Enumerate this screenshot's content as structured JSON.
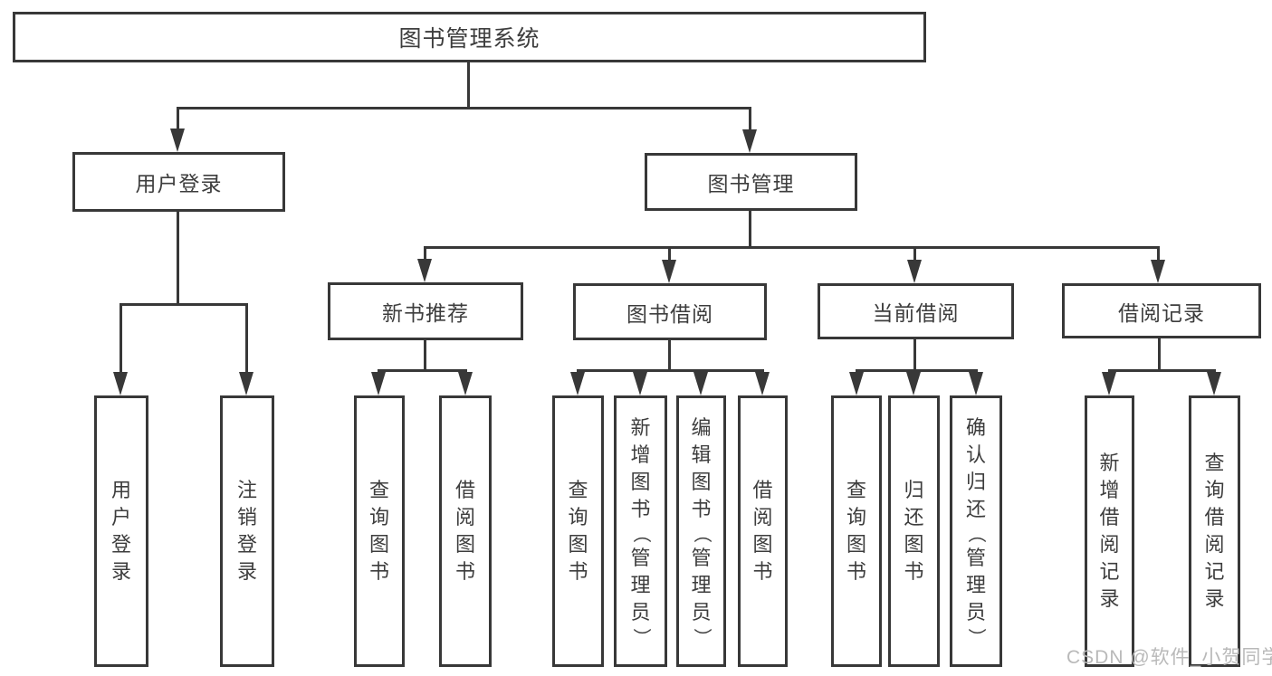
{
  "diagram": {
    "root": "图书管理系统",
    "level2": {
      "user_login": "用户登录",
      "book_mgmt": "图书管理"
    },
    "level3": {
      "new_book": "新书推荐",
      "borrow": "图书借阅",
      "current": "当前借阅",
      "records": "借阅记录"
    },
    "leaves": {
      "user_login": [
        "用户登录",
        "注销登录"
      ],
      "new_book": [
        "查询图书",
        "借阅图书"
      ],
      "borrow": [
        "查询图书",
        "新增图书（管理员）",
        "编辑图书（管理员）",
        "借阅图书"
      ],
      "current": [
        "查询图书",
        "归还图书",
        "确认归还（管理员）"
      ],
      "records": [
        "新增借阅记录",
        "查询借阅记录"
      ]
    }
  },
  "watermark": "CSDN @软件_小贺同学",
  "colors": {
    "line": "#383838",
    "text": "#3d3d3d",
    "watermark": "#b9b9b9"
  }
}
